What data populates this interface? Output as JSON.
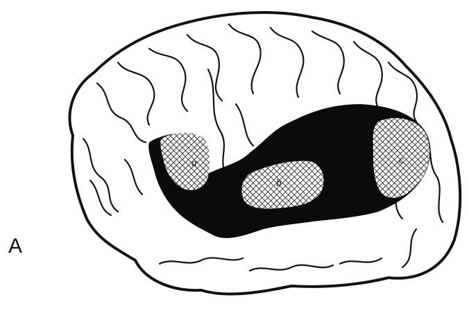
{
  "figure": {
    "panel_letter": "A",
    "region_labels": {
      "a": "a",
      "b": "b",
      "c": "c"
    },
    "colors": {
      "ink": "#111111",
      "paper": "#ffffff",
      "lesion": "#0b0b0b",
      "hatch_bg": "#ffffff"
    }
  }
}
